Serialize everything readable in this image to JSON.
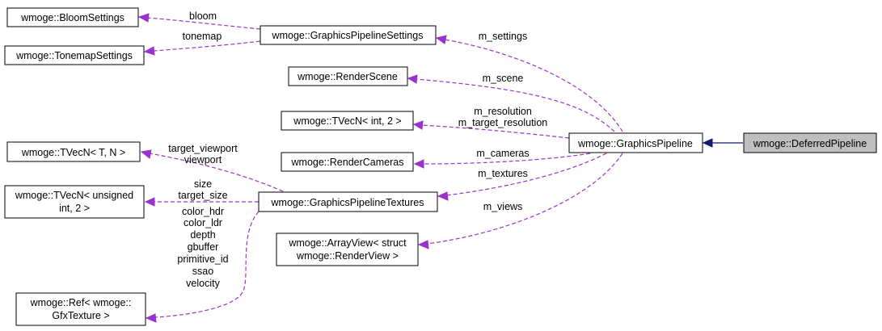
{
  "colors": {
    "composition_edge": "#9a32cd",
    "inheritance_edge": "#191970",
    "focus_fill": "#bfbfbf"
  },
  "nodes": {
    "bloom": "wmoge::BloomSettings",
    "tonemap": "wmoge::TonemapSettings",
    "pipeline_settings": "wmoge::GraphicsPipelineSettings",
    "render_scene": "wmoge::RenderScene",
    "tvecn_int2": "wmoge::TVecN< int, 2 >",
    "graphics_pipeline": "wmoge::GraphicsPipeline",
    "deferred_pipeline": "wmoge::DeferredPipeline",
    "tvecn_tn": "wmoge::TVecN< T, N >",
    "render_cameras": "wmoge::RenderCameras",
    "tvecn_uint2_line1": "wmoge::TVecN< unsigned",
    "tvecn_uint2_line2": "int, 2 >",
    "pipeline_textures": "wmoge::GraphicsPipelineTextures",
    "array_view_line1": "wmoge::ArrayView< struct",
    "array_view_line2": "wmoge::RenderView >",
    "ref_tex_line1": "wmoge::Ref< wmoge::",
    "ref_tex_line2": "GfxTexture >"
  },
  "edge_labels": {
    "bloom": "bloom",
    "tonemap": "tonemap",
    "m_settings": "m_settings",
    "m_scene": "m_scene",
    "m_resolution": "m_resolution",
    "m_target_resolution": "m_target_resolution",
    "m_cameras": "m_cameras",
    "m_textures": "m_textures",
    "m_views": "m_views",
    "target_viewport": "target_viewport",
    "viewport": "viewport",
    "size": "size",
    "target_size": "target_size",
    "color_hdr": "color_hdr",
    "color_ldr": "color_ldr",
    "depth": "depth",
    "gbuffer": "gbuffer",
    "primitive_id": "primitive_id",
    "ssao": "ssao",
    "velocity": "velocity"
  }
}
